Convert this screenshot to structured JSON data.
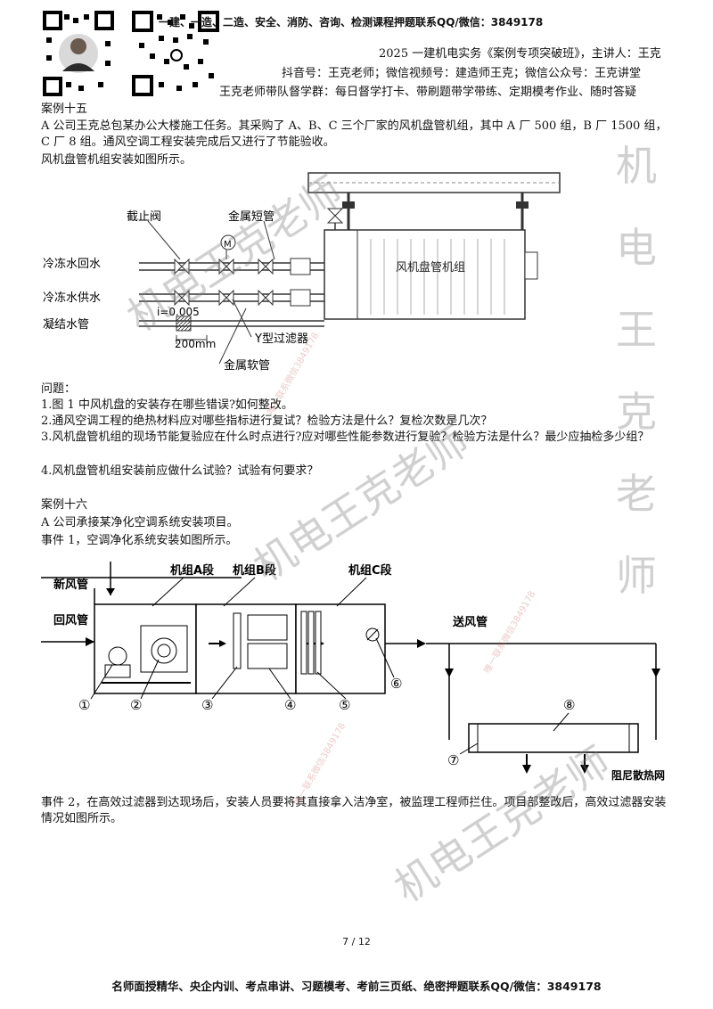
{
  "header": {
    "top_banner": "一建、一造、二造、安全、消防、咨询、检测课程押题联系QQ/微信：3849178",
    "line1": "2025 一建机电实务《案例专项突破班》，主讲人：王克",
    "line2": "抖音号：王克老师；微信视频号：建造师王克；微信公众号：王克讲堂",
    "line3": "王克老师带队督学群：每日督学打卡、带刷题带学带练、定期模考作业、随时答疑"
  },
  "case15": {
    "title": "案例十五",
    "para1": "A 公司王克总包某办公大楼施工任务。其采购了 A、B、C 三个厂家的风机盘管机组，其中 A 厂 500 组，B 厂 1500 组，C 厂 8 组。通风空调工程安装完成后又进行了节能验收。",
    "para2": "风机盘管机组安装如图所示。",
    "figure": {
      "label_valve": "截止阀",
      "label_metal_short": "金属短管",
      "label_return": "冷冻水回水",
      "label_supply": "冷冻水供水",
      "label_condensate": "凝结水管",
      "label_slope": "i=0.005",
      "label_200": "200mm",
      "label_yfilter": "Y型过滤器",
      "label_metal_soft": "金属软管",
      "label_unit": "风机盘管机组",
      "label_m": "M"
    },
    "questions_title": "问题：",
    "questions": [
      "1.图 1 中风机盘的安装存在哪些错误?如何整改。",
      "2.通风空调工程的绝热材料应对哪些指标进行复试？检验方法是什么？复检次数是几次？",
      "3.风机盘管机组的现场节能复验应在什么时点进行?应对哪些性能参数进行复验？检验方法是什么？最少应抽检多少组？",
      "4.风机盘管机组安装前应做什么试验？试验有何要求？"
    ]
  },
  "case16": {
    "title": "案例十六",
    "para1": "A 公司承接某净化空调系统安装项目。",
    "para2": "事件 1，空调净化系统安装如图所示。",
    "figure": {
      "label_fresh": "新风管",
      "label_return": "回风管",
      "label_a": "机组A段",
      "label_b": "机组B段",
      "label_c": "机组C段",
      "label_supply": "送风管",
      "label_damper": "阻尼散热网",
      "n1": "①",
      "n2": "②",
      "n3": "③",
      "n4": "④",
      "n5": "⑤",
      "n6": "⑥",
      "n7": "⑦",
      "n8": "⑧"
    },
    "para3": "事件 2，在高效过滤器到达现场后，安装人员要将其直接拿入洁净室，被监理工程师拦住。项目部整改后，高效过滤器安装情况如图所示。"
  },
  "footer": {
    "page": "7 / 12",
    "bottom": "名师面授精华、央企内训、考点串讲、习题模考、考前三页纸、绝密押题联系QQ/微信：3849178"
  },
  "watermarks": {
    "vertical": "机电王克老师",
    "diag1": "机电王克老师",
    "diag2": "机电王克老师",
    "diag3": "机电王克老师",
    "small1": "唯一联系微信3849178",
    "small2": "唯一联系微信3849178",
    "small3": "唯一联系微信3849178"
  }
}
